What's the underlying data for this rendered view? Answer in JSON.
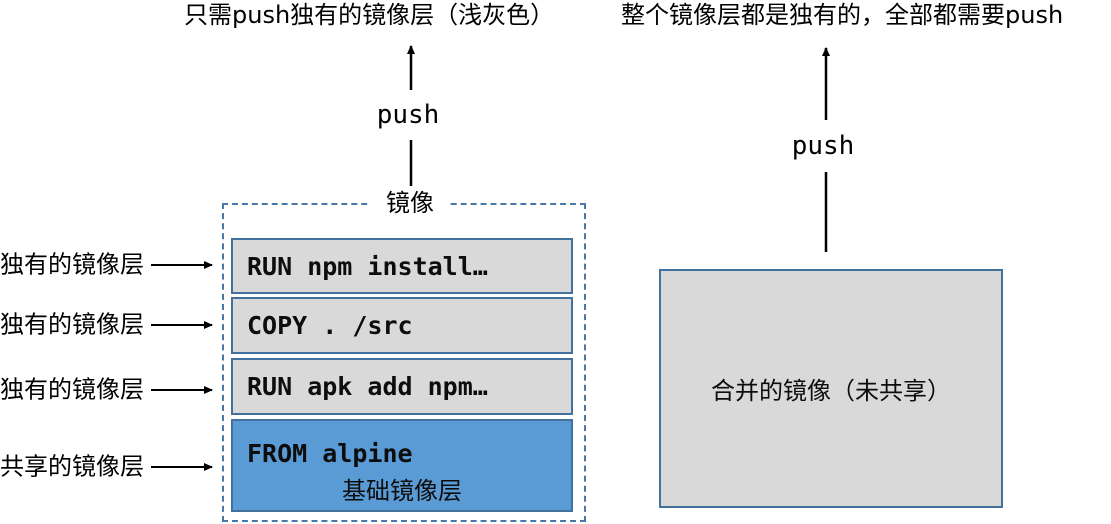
{
  "headings": {
    "left": "只需push独有的镜像层（浅灰色）",
    "right": "整个镜像层都是独有的，全部都需要push"
  },
  "left_diagram": {
    "push_label": "push",
    "image_box_label": "镜像",
    "layers": [
      {
        "command": "RUN npm install…",
        "type": "unique"
      },
      {
        "command": "COPY . /src",
        "type": "unique"
      },
      {
        "command": "RUN apk add npm…",
        "type": "unique"
      },
      {
        "command": "FROM alpine",
        "caption": "基础镜像层",
        "type": "shared"
      }
    ],
    "side_labels": [
      {
        "label": "独有的镜像层"
      },
      {
        "label": "独有的镜像层"
      },
      {
        "label": "独有的镜像层"
      },
      {
        "label": "共享的镜像层"
      }
    ]
  },
  "right_diagram": {
    "push_label": "push",
    "box_label": "合并的镜像（未共享）"
  },
  "colors": {
    "layer_gray": "#d9d9d9",
    "layer_blue": "#5b9bd5",
    "layer_border": "#41719c",
    "dashed_border": "#4878a8",
    "arrow": "#000000"
  }
}
